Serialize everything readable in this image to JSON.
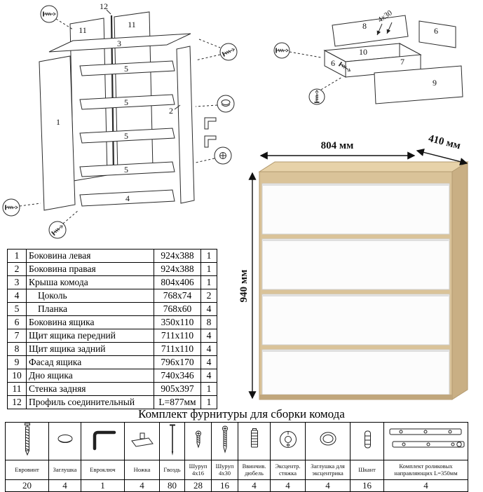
{
  "dimensions": {
    "width": "804 мм",
    "depth": "410 мм",
    "height": "940 мм"
  },
  "carcass_diagram": {
    "labels": {
      "p12": "12",
      "p11a": "11",
      "p11b": "11",
      "p3": "3",
      "p1": "1",
      "p2": "2",
      "p4": "4",
      "p5a": "5",
      "p5b": "5",
      "p5c": "5",
      "p5d": "5"
    }
  },
  "drawer_diagram": {
    "labels": {
      "p8": "8",
      "screw": "4x30",
      "p6a": "6",
      "p6b": "6",
      "p7": "7",
      "p10": "10",
      "p9": "9"
    }
  },
  "parts_table": {
    "rows": [
      {
        "num": "1",
        "name": "Боковина левая",
        "size": "924x388",
        "qty": "1"
      },
      {
        "num": "2",
        "name": "Боковина правая",
        "size": "924x388",
        "qty": "1"
      },
      {
        "num": "3",
        "name": "Крыша комода",
        "size": "804x406",
        "qty": "1"
      },
      {
        "num": "4",
        "name": "Цоколь",
        "size": "768x74",
        "qty": "2"
      },
      {
        "num": "5",
        "name": "Планка",
        "size": "768x60",
        "qty": "4"
      },
      {
        "num": "6",
        "name": "Боковина ящика",
        "size": "350x110",
        "qty": "8"
      },
      {
        "num": "7",
        "name": "Щит ящика передний",
        "size": "711x110",
        "qty": "4"
      },
      {
        "num": "8",
        "name": "Щит ящика задний",
        "size": "711x110",
        "qty": "4"
      },
      {
        "num": "9",
        "name": "Фасад ящика",
        "size": "796x170",
        "qty": "4"
      },
      {
        "num": "10",
        "name": "Дно ящика",
        "size": "740x346",
        "qty": "4"
      },
      {
        "num": "11",
        "name": "Стенка задняя",
        "size": "905x397",
        "qty": "1"
      },
      {
        "num": "12",
        "name": "Профиль соединительный",
        "size": "L=877мм",
        "qty": "1"
      }
    ]
  },
  "hardware": {
    "title": "Комплект фурнитуры для сборки комода",
    "items": [
      {
        "name": "Евровинт",
        "qty": "20",
        "icon": "confirmat-screw"
      },
      {
        "name": "Заглушка",
        "qty": "4",
        "icon": "cap-plug"
      },
      {
        "name": "Евроключ",
        "qty": "1",
        "icon": "hex-key"
      },
      {
        "name": "Ножка",
        "qty": "4",
        "icon": "foot"
      },
      {
        "name": "Гвоздь",
        "qty": "80",
        "icon": "nail"
      },
      {
        "name": "Шуруп 4x16",
        "qty": "28",
        "icon": "screw-4x16"
      },
      {
        "name": "Шуруп 4x30",
        "qty": "16",
        "icon": "screw-4x30"
      },
      {
        "name": "Ввинчив. дюбель",
        "qty": "4",
        "icon": "screw-in-dowel"
      },
      {
        "name": "Эксцентр. стяжка",
        "qty": "4",
        "icon": "cam-lock"
      },
      {
        "name": "Заглушка для эксцентрика",
        "qty": "4",
        "icon": "cam-cap"
      },
      {
        "name": "Шкант",
        "qty": "16",
        "icon": "wooden-dowel"
      },
      {
        "name": "Комплект роликовых направляющих L=350мм",
        "qty": "4",
        "icon": "drawer-slides"
      }
    ]
  }
}
